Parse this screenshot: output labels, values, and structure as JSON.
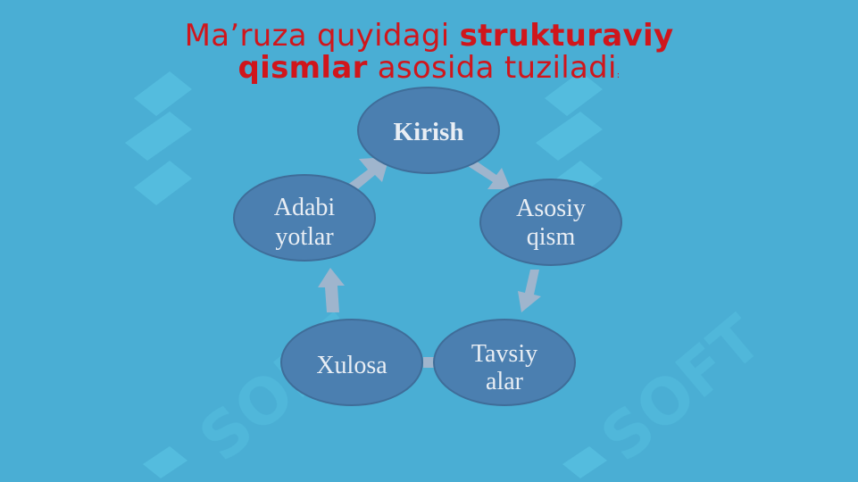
{
  "slide": {
    "title": {
      "part1": "Ma’ruza quyidagi ",
      "part2_bold": "strukturaviy",
      "part3_bold": "qismlar",
      "part4": " asosida tuziladi",
      "part5": ":"
    },
    "colors": {
      "background": "#4aaed4",
      "title_red": "#d0161c",
      "node_fill": "#4b7fb0",
      "node_border": "#3f6d99",
      "arrow": "#a9b6cc"
    }
  },
  "cycle": {
    "nodes": [
      {
        "id": "kirish",
        "line1": "Kirish",
        "line2": ""
      },
      {
        "id": "asosiy",
        "line1": "Asosiy",
        "line2": "qism"
      },
      {
        "id": "tavsiyalar",
        "line1": "Tavsiy",
        "line2": "alar"
      },
      {
        "id": "xulosa",
        "line1": "Xulosa",
        "line2": ""
      },
      {
        "id": "adabiyotlar",
        "line1": "Adabi",
        "line2": "yotlar"
      }
    ]
  }
}
